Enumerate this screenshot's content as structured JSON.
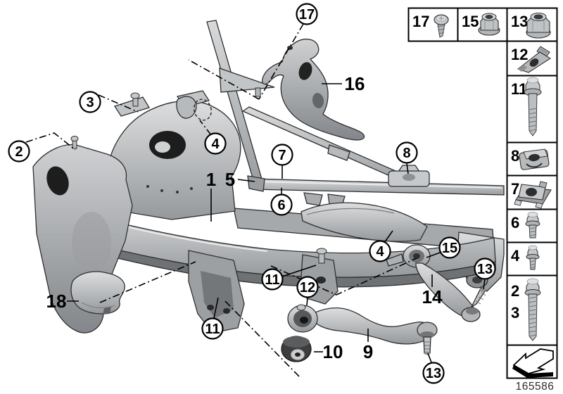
{
  "footer": {
    "diagram_number": "165586"
  },
  "colors": {
    "background": "#ffffff",
    "line": "#000000",
    "metal_light": "#dcdedf",
    "metal_dark": "#85888b",
    "hole_dark": "#1d1d1d"
  },
  "diagram": {
    "title": "front-axle-support-exploded-view",
    "callouts": [
      {
        "label": "17",
        "circled": true
      },
      {
        "label": "3",
        "circled": true
      },
      {
        "label": "2",
        "circled": true
      },
      {
        "label": "4",
        "circled": true
      },
      {
        "label": "16",
        "circled": false
      },
      {
        "label": "7",
        "circled": true
      },
      {
        "label": "8",
        "circled": true
      },
      {
        "label": "1",
        "circled": false
      },
      {
        "label": "5",
        "circled": false
      },
      {
        "label": "6",
        "circled": true
      },
      {
        "label": "4",
        "circled": true
      },
      {
        "label": "15",
        "circled": true
      },
      {
        "label": "13",
        "circled": true
      },
      {
        "label": "14",
        "circled": false
      },
      {
        "label": "11",
        "circled": true
      },
      {
        "label": "12",
        "circled": true
      },
      {
        "label": "11",
        "circled": true
      },
      {
        "label": "18",
        "circled": false
      },
      {
        "label": "10",
        "circled": false
      },
      {
        "label": "9",
        "circled": false
      },
      {
        "label": "13",
        "circled": true
      }
    ]
  },
  "legend": {
    "top_row": [
      {
        "label": "17",
        "icon": "tapping-screw-icon"
      },
      {
        "label": "15",
        "icon": "flange-nut-icon"
      },
      {
        "label": "13",
        "icon": "flange-nut-large-icon"
      }
    ],
    "column": [
      {
        "labels": [
          "12"
        ],
        "icon": "body-nut-clip-icon"
      },
      {
        "labels": [
          "11"
        ],
        "icon": "long-flange-bolt-icon"
      },
      {
        "labels": [
          "8"
        ],
        "icon": "clip-nut-icon"
      },
      {
        "labels": [
          "7"
        ],
        "icon": "cage-nut-icon"
      },
      {
        "labels": [
          "6"
        ],
        "icon": "flange-bolt-icon"
      },
      {
        "labels": [
          "4"
        ],
        "icon": "short-flange-bolt-icon"
      },
      {
        "labels": [
          "2",
          "3"
        ],
        "icon": "threaded-bolt-icon"
      },
      {
        "labels": [],
        "icon": "direction-arrow-icon"
      }
    ]
  }
}
